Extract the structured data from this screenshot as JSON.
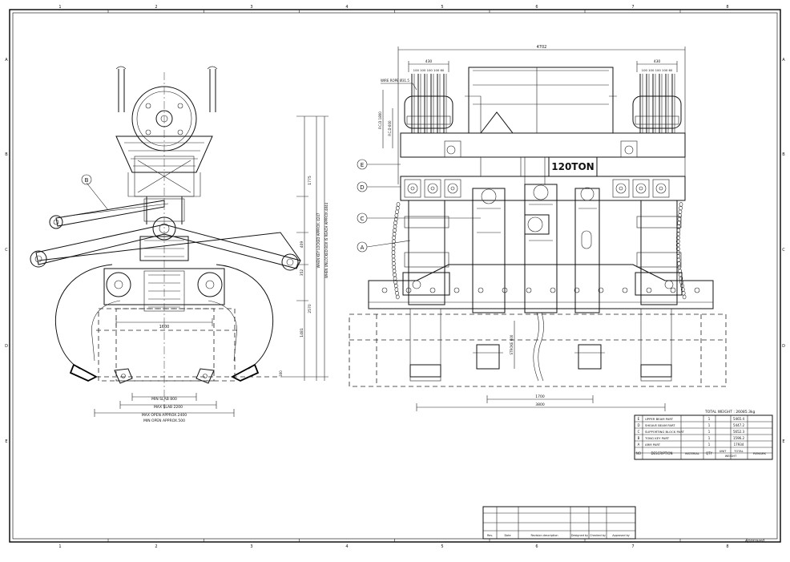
{
  "grid": {
    "columns": [
      "1",
      "2",
      "3",
      "4",
      "5",
      "6",
      "7",
      "8"
    ],
    "rows": [
      "A",
      "B",
      "C",
      "D",
      "E"
    ]
  },
  "side_view": {
    "labels": {
      "B": "B",
      "dim_1600": "1600",
      "min_slab": "MIN SLAB 800",
      "max_slab": "MAX SLAB 2200",
      "max_open": "MAX OPEN APPROX.2400",
      "min_open": "MIN OPEN APPROX.500",
      "v1775": "1775",
      "v409": "409",
      "v352": "352",
      "v2570": "2570",
      "v1481": "1481",
      "v_locked": "WHEN KEY LOCKED APPROX. 4247",
      "v_unlocked": "WHEN UNLOCKED BOX IS REACH APPROX.4844",
      "v_small": "300"
    }
  },
  "front_view": {
    "labels": {
      "w4702": "4702",
      "w430_left": "430",
      "w430_right": "430",
      "rope_left": "100 100 100 100 60",
      "rope_right": "100 100 100 100 60",
      "wire_rope": "WIRE ROPE Ø31.5",
      "pcd_1": "P.C.D 1800",
      "pcd_2": "P.C.D 600",
      "capacity": "120TON",
      "E": "E",
      "D": "D",
      "C": "C",
      "A": "A",
      "stroke": "STROKE 600",
      "d1700": "1700",
      "d3800": "3800"
    }
  },
  "parts_table": {
    "total_weight": "TOTAL WEIGHT : 26085.3kg",
    "rows": [
      {
        "no": "E",
        "desc": "UPPER BEAM PART",
        "qty": "1",
        "total": "5465.4"
      },
      {
        "no": "D",
        "desc": "SHEAVE BEAM PART",
        "qty": "1",
        "total": "5447.2"
      },
      {
        "no": "C",
        "desc": "SUPPORTING BLOCK PART",
        "qty": "1",
        "total": "5652.3"
      },
      {
        "no": "B",
        "desc": "TONG KEY PART",
        "qty": "1",
        "total": "1596.2"
      },
      {
        "no": "A",
        "desc": "ARM PART",
        "qty": "1",
        "total": "17934"
      }
    ],
    "header": {
      "no": "NO",
      "desc": "DESCRIPTION",
      "material": "MATERIAL",
      "qty": "QTY",
      "unit": "UNIT",
      "total": "TOTAL",
      "weight": "WEIGHT",
      "remark": "REMARK"
    }
  },
  "revision_block": {
    "headers": [
      "Rev.",
      "Date",
      "Revision description",
      "Designed by",
      "Checked by",
      "Approved by"
    ]
  },
  "signature": "Approved"
}
